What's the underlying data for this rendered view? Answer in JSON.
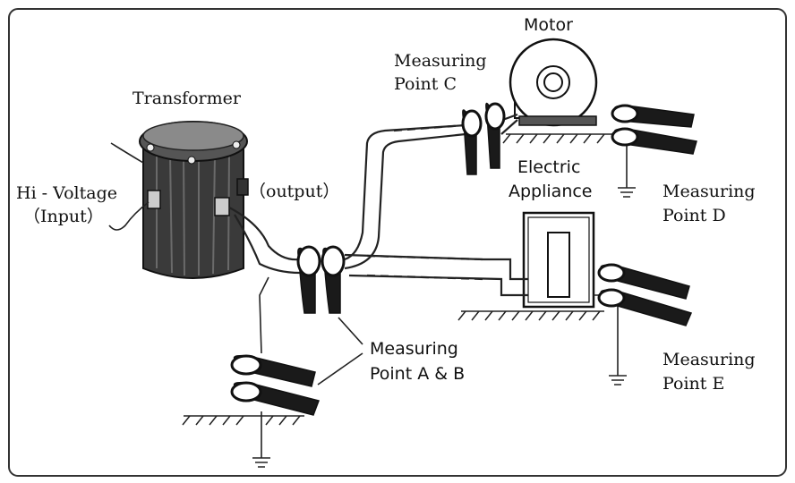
{
  "labels": {
    "transformer": "Transformer",
    "hi_voltage": "Hi - Voltage",
    "input": "（Input）",
    "output": "（output）",
    "motor": "Motor",
    "mp_c_line1": "Measuring",
    "mp_c_line2": "Point C",
    "electric": "Electric",
    "appliance": "Appliance",
    "mp_d_line1": "Measuring",
    "mp_d_line2": "Point D",
    "mp_ab_line1": "Measuring",
    "mp_ab_line2": "Point A & B",
    "mp_e_line1": "Measuring",
    "mp_e_line2": "Point E"
  },
  "colors": {
    "ink": "#1a1a1a",
    "paper": "#ffffff",
    "border": "#333333"
  }
}
